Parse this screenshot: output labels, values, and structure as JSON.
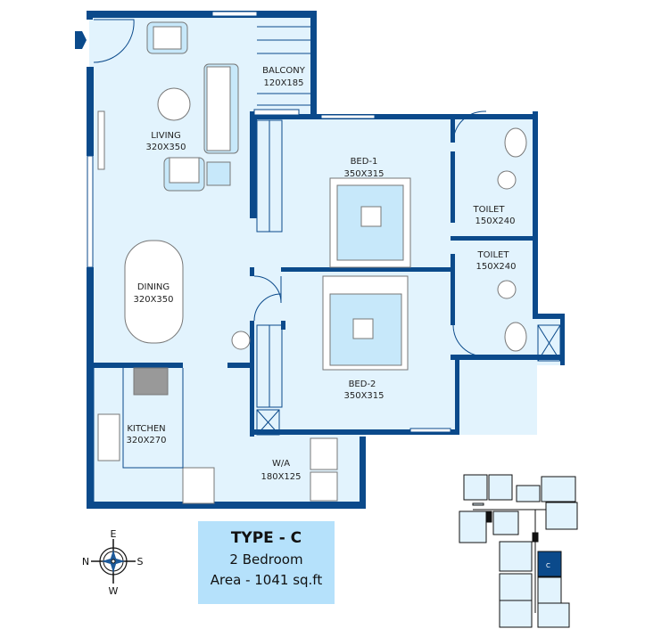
{
  "rooms": {
    "balcony": {
      "name": "BALCONY",
      "size": "120X185"
    },
    "living": {
      "name": "LIVING",
      "size": "320X350"
    },
    "bed1": {
      "name": "BED-1",
      "size": "350X315"
    },
    "toilet1": {
      "name": "TOILET",
      "size": "150X240"
    },
    "toilet2": {
      "name": "TOILET",
      "size": "150X240"
    },
    "dining": {
      "name": "DINING",
      "size": "320X350"
    },
    "bed2": {
      "name": "BED-2",
      "size": "350X315"
    },
    "kitchen": {
      "name": "KITCHEN",
      "size": "320X270"
    },
    "wa": {
      "name": "W/A",
      "size": "180X125"
    }
  },
  "info": {
    "type": "TYPE - C",
    "bedrooms": "2 Bedroom",
    "area": "Area - 1041 sq.ft"
  },
  "compass": {
    "top": "E",
    "left": "N",
    "right": "S",
    "bottom": "W"
  },
  "key_plan": {
    "highlight_label": "C"
  },
  "colors": {
    "wall": "#0b4a8b",
    "floor": "#e2f3fd",
    "info_bg": "#b5e1fb",
    "highlight": "#0b4a8b"
  }
}
